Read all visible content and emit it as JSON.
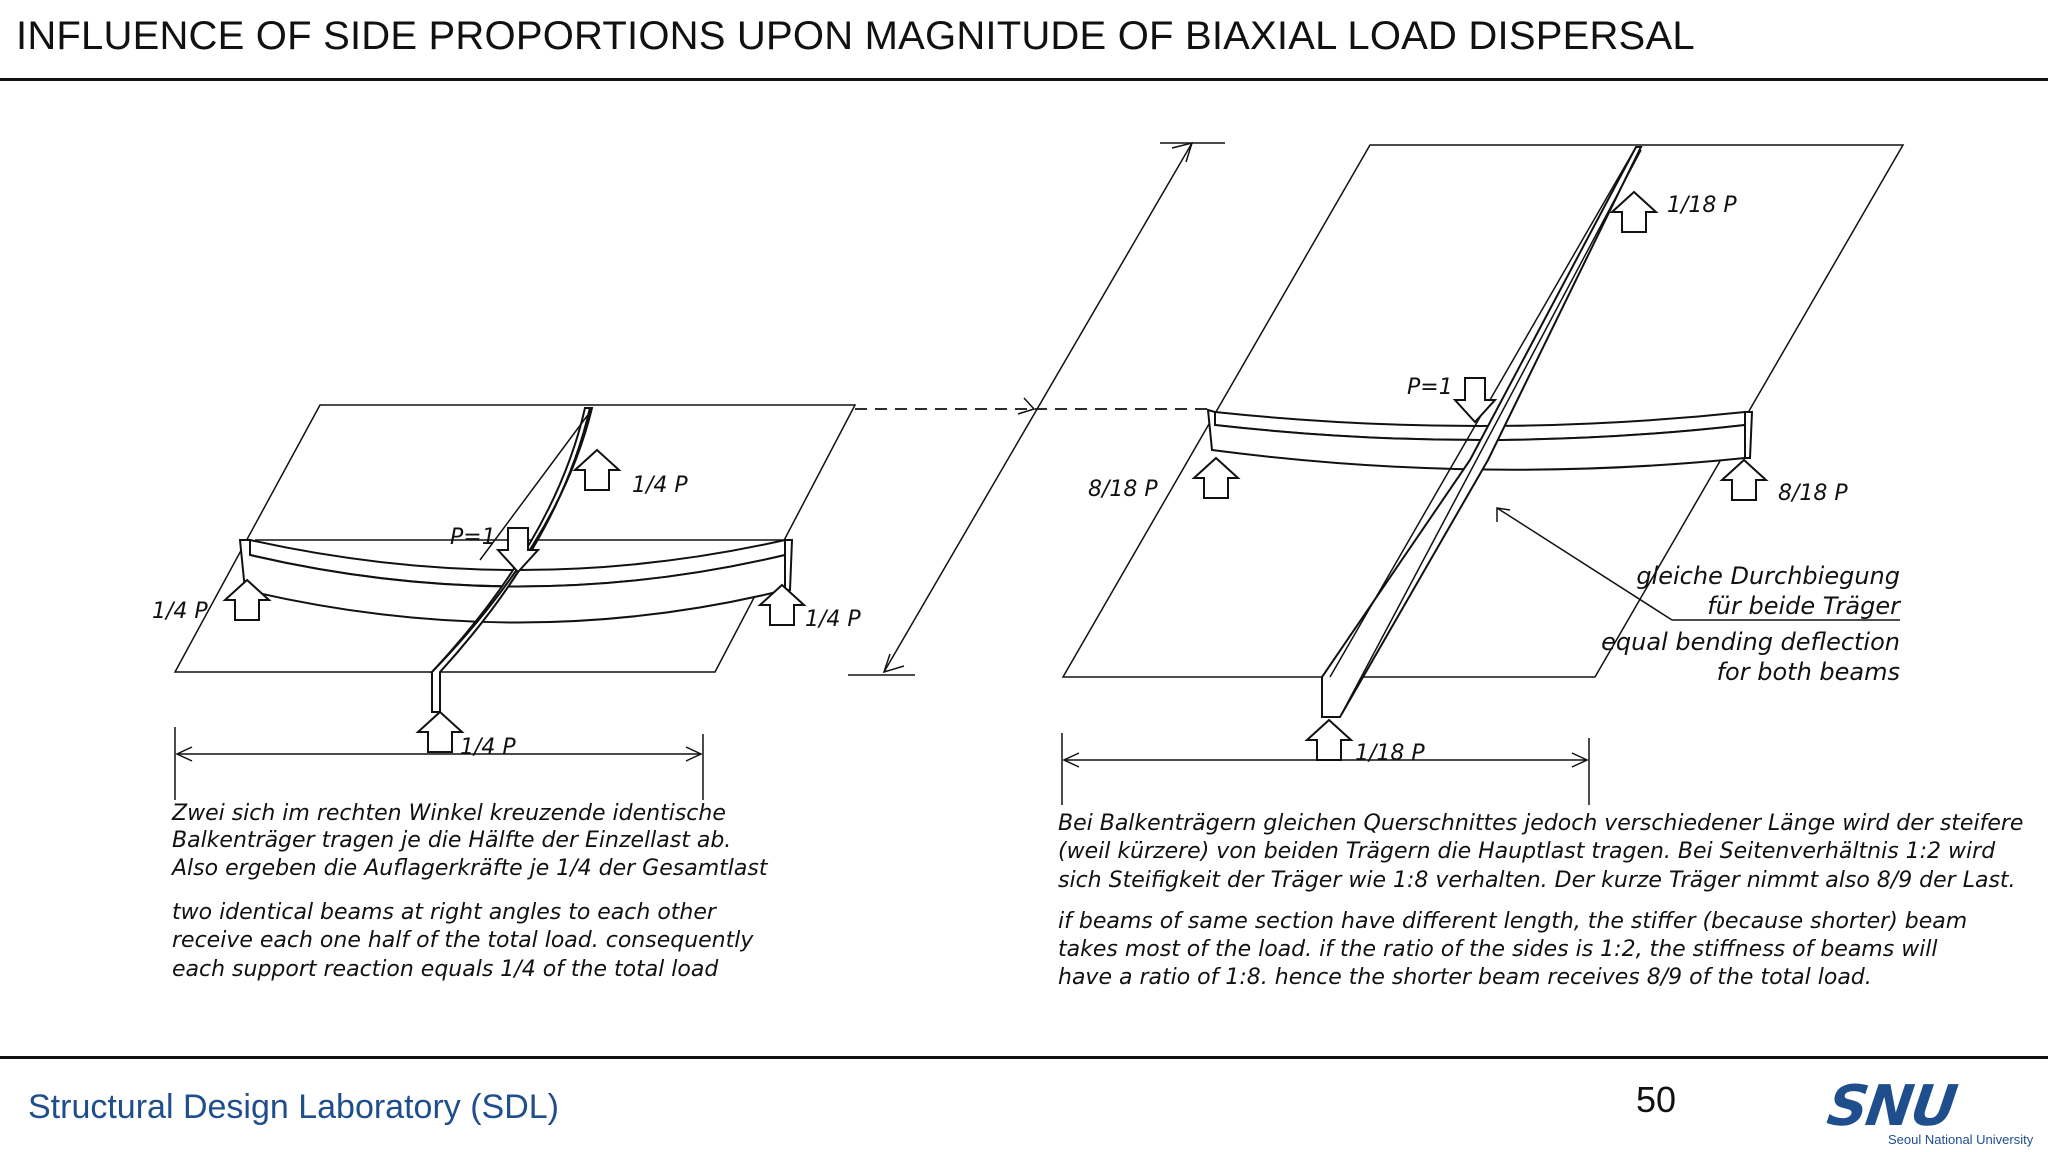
{
  "slide": {
    "title": "INFLUENCE OF SIDE PROPORTIONS UPON MAGNITUDE OF BIAXIAL LOAD DISPERSAL",
    "footer_lab": "Structural Design Laboratory (SDL)",
    "page_number": "50",
    "logo_mark": "SNU",
    "logo_text": "Seoul National University",
    "accent_color": "#1f4e8c"
  },
  "left_figure": {
    "load_label": "P=1",
    "reaction_top": "1/4 P",
    "reaction_left": "1/4 P",
    "reaction_right": "1/4 P",
    "reaction_bottom": "1/4 P",
    "german_text": [
      "Zwei sich im rechten Winkel  kreuzende   identische",
      "Balkenträger tragen je die Hälfte der Einzellast ab.",
      "Also ergeben die Auflagerkräfte je 1/4 der Gesamtlast"
    ],
    "english_text": [
      "two identical beams at right angles to each  other",
      "receive each one half of the total load.  consequently",
      "each support reaction equals 1/4 of the total load"
    ]
  },
  "right_figure": {
    "load_label": "P=1",
    "reaction_top": "1/18 P",
    "reaction_left": "8/18 P",
    "reaction_right": "8/18 P",
    "reaction_bottom": "1/18 P",
    "note_de_1": "gleiche Durchbiegung",
    "note_de_2": "für beide Träger",
    "note_en_1": "equal bending deflection",
    "note_en_2": "for both  beams",
    "german_text": [
      "Bei Balkenträgern gleichen Querschnittes jedoch verschiedener Länge wird der steifere",
      "(weil kürzere) von beiden Trägern die Hauptlast tragen.  Bei Seitenverhältnis 1:2  wird",
      "sich Steifigkeit der Träger wie 1:8 verhalten. Der kurze Träger nimmt also 8/9 der  Last."
    ],
    "english_text": [
      "if beams of same section have different length,  the stiffer   (because shorter) beam",
      "takes most of the load.           if the ratio of the sides is 1:2,  the stiffness of beams will",
      "have a ratio of 1:8.              hence the shorter beam receives 8/9 of the total load."
    ]
  }
}
